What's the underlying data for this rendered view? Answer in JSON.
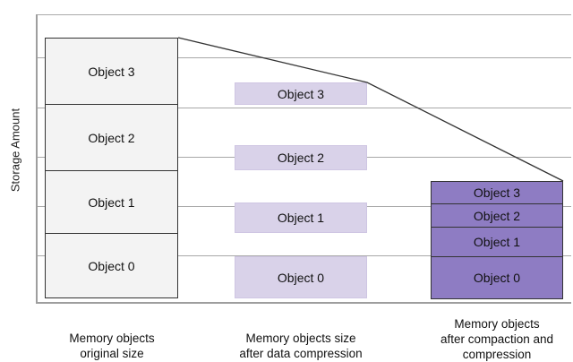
{
  "y_axis_label": "Storage Amount",
  "original": {
    "caption_lines": [
      "Memory objects",
      "original size"
    ],
    "objects": [
      "Object 3",
      "Object 2",
      "Object 1",
      "Object 0"
    ]
  },
  "compressed": {
    "caption_lines": [
      "Memory objects size",
      "after data compression"
    ],
    "objects": [
      "Object 3",
      "Object 2",
      "Object 1",
      "Object 0"
    ]
  },
  "compacted": {
    "caption_lines": [
      "Memory objects",
      "after compaction and",
      "compression"
    ],
    "objects": [
      "Object 3",
      "Object 2",
      "Object 1",
      "Object 0"
    ]
  },
  "colors": {
    "original_fill": "#f3f3f3",
    "compressed_fill": "#d9d2e9",
    "compacted_fill": "#8e7cc3"
  }
}
